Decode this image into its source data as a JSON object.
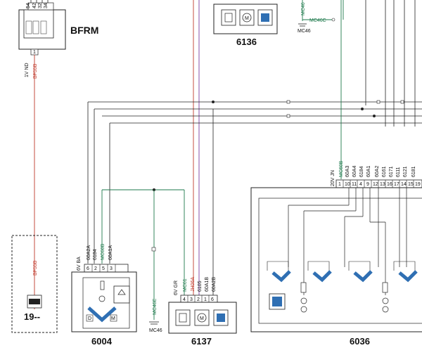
{
  "components": {
    "bfrm": {
      "title": "BFRM",
      "pins": [
        "54",
        "42",
        "32",
        "34"
      ],
      "pin_out": "1",
      "connector": "1V ND"
    },
    "c6136": {
      "title": "6136"
    },
    "c19": {
      "title": "19--"
    },
    "c6004": {
      "title": "6004",
      "connector": "6V BA",
      "pins": [
        "6",
        "2",
        "5",
        "3"
      ],
      "wires": [
        "60A2A",
        "6184",
        "MC60B",
        "60A1A"
      ],
      "motor_labels": [
        "D",
        "M"
      ]
    },
    "c6137": {
      "title": "6137",
      "connector": "6V GR",
      "pins": [
        "4",
        "3",
        "2",
        "1",
        "6"
      ],
      "wires": [
        "MC61",
        "JH06A",
        "6105",
        "60A1B",
        "60A2B"
      ]
    },
    "c6036": {
      "title": "6036",
      "connector": "20V JN",
      "pins": [
        "1",
        "10",
        "11",
        "4",
        "9",
        "12",
        "13",
        "16",
        "17",
        "14",
        "15",
        "19"
      ],
      "wires": [
        "MC60B",
        "60A3",
        "60A4",
        "6184",
        "60A1",
        "60A2",
        "6161",
        "6171",
        "6111",
        "6121",
        "6181"
      ]
    }
  },
  "wires": {
    "bf55b_top": "BF55B",
    "bf55b_bottom": "BF55B",
    "mc46c": "MC46C",
    "mc46_top": "MC46",
    "mc46e": "MC46E",
    "mc46_bottom": "MC46",
    "mc46_top_vertical": "MC46"
  },
  "colors": {
    "line": "#222222",
    "red": "#c0392b",
    "green": "#1e7a4c",
    "blue": "#2f6fb3",
    "gray": "#888888"
  }
}
